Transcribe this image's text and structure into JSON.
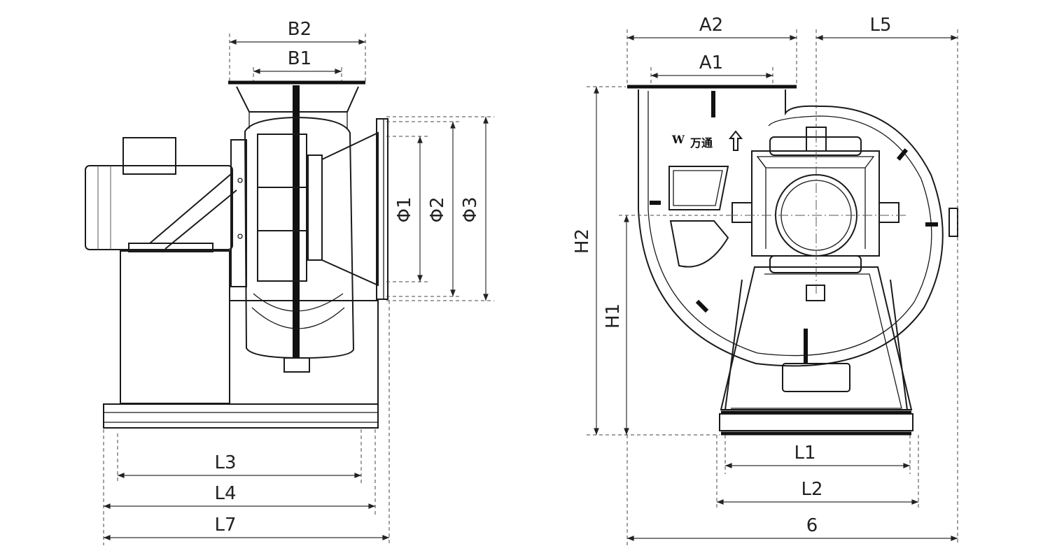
{
  "side_view": {
    "labels": {
      "B2": "B2",
      "B1": "B1",
      "D1": "Φ1",
      "D2": "Φ2",
      "D3": "Φ3",
      "L3": "L3",
      "L4": "L4",
      "L7": "L7"
    }
  },
  "front_view": {
    "labels": {
      "A2": "A2",
      "A1": "A1",
      "L5": "L5",
      "H2": "H2",
      "H1": "H1",
      "L1": "L1",
      "L2": "L2",
      "L6": "6"
    },
    "logo": {
      "mark": "W",
      "text": "万通"
    }
  }
}
